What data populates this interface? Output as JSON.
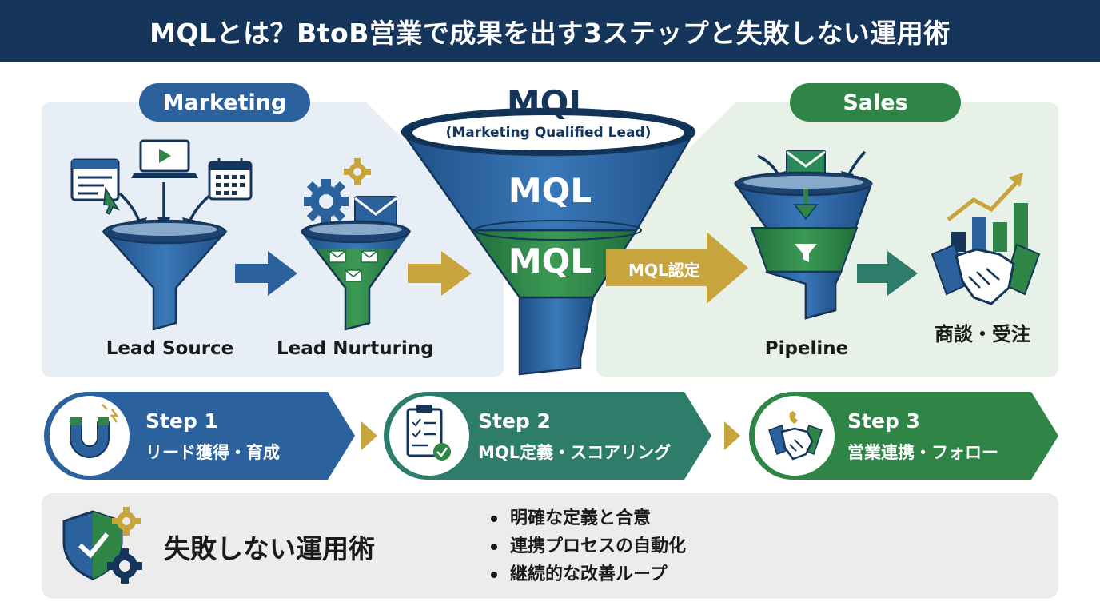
{
  "title": "MQLとは？BtoB営業で成果を出す3ステップと失敗しない運用術",
  "marketing": {
    "label": "Marketing",
    "stage1": "Lead Source",
    "stage2": "Lead Nurturing"
  },
  "funnel": {
    "title": "MQL",
    "subtitle": "(Marketing Qualified Lead)",
    "band1": "MQL",
    "band2": "MQL",
    "arrow_label": "MQL認定"
  },
  "sales": {
    "label": "Sales",
    "stage1": "Pipeline",
    "stage2": "商談・受注"
  },
  "steps": [
    {
      "title": "Step 1",
      "desc": "リード獲得・育成",
      "icon": "magnet-icon"
    },
    {
      "title": "Step 2",
      "desc": "MQL定義・スコアリング",
      "icon": "checklist-icon"
    },
    {
      "title": "Step 3",
      "desc": "営業連携・フォロー",
      "icon": "handshake-icon"
    }
  ],
  "bottom": {
    "title": "失敗しない運用術",
    "icon": "shield-gear-icon",
    "bullets": [
      "明確な定義と合意",
      "連携プロセスの自動化",
      "継続的な改善ループ"
    ]
  },
  "colors": {
    "navy": "#15365a",
    "blue": "#2b619d",
    "green": "#2f8546",
    "teal": "#2e7d6b",
    "gold": "#c8a43d",
    "marketing_bg": "#e7eef6",
    "sales_bg": "#e8f1e8"
  }
}
